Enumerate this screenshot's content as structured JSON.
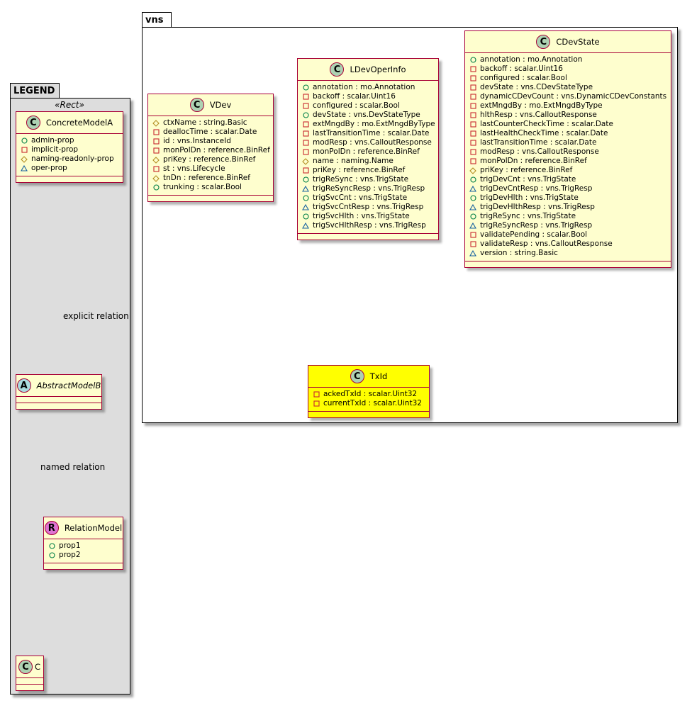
{
  "legend": {
    "title": "LEGEND",
    "stereotype": "«Rect»",
    "concrete_model": {
      "spot": "C",
      "name": "ConcreteModelA",
      "attrs": [
        {
          "vis": "public",
          "text": "admin-prop"
        },
        {
          "vis": "private",
          "text": "implicit-prop"
        },
        {
          "vis": "protected",
          "text": "naming-readonly-prop"
        },
        {
          "vis": "package",
          "text": "oper-prop"
        }
      ]
    },
    "explicit_relation_label": "explicit relation",
    "abstract_model": {
      "spot": "A",
      "name": "AbstractModelB"
    },
    "named_relation_label": "named relation",
    "relation_model": {
      "spot": "R",
      "name": "RelationModel",
      "attrs": [
        {
          "vis": "public",
          "text": "prop1"
        },
        {
          "vis": "public",
          "text": "prop2"
        }
      ]
    },
    "c_model": {
      "spot": "C",
      "name": "C"
    }
  },
  "vns": {
    "title": "vns",
    "vdev": {
      "spot": "C",
      "name": "VDev",
      "attrs": [
        {
          "vis": "protected",
          "text": "ctxName : string.Basic"
        },
        {
          "vis": "private",
          "text": "deallocTime : scalar.Date"
        },
        {
          "vis": "private",
          "text": "id : vns.InstanceId"
        },
        {
          "vis": "private",
          "text": "monPolDn : reference.BinRef"
        },
        {
          "vis": "protected",
          "text": "priKey : reference.BinRef"
        },
        {
          "vis": "private",
          "text": "st : vns.Lifecycle"
        },
        {
          "vis": "protected",
          "text": "tnDn : reference.BinRef"
        },
        {
          "vis": "public",
          "text": "trunking : scalar.Bool"
        }
      ]
    },
    "ldevoperinfo": {
      "spot": "C",
      "name": "LDevOperInfo",
      "attrs": [
        {
          "vis": "public",
          "text": "annotation : mo.Annotation"
        },
        {
          "vis": "private",
          "text": "backoff : scalar.Uint16"
        },
        {
          "vis": "private",
          "text": "configured : scalar.Bool"
        },
        {
          "vis": "public",
          "text": "devState : vns.DevStateType"
        },
        {
          "vis": "private",
          "text": "extMngdBy : mo.ExtMngdByType"
        },
        {
          "vis": "private",
          "text": "lastTransitionTime : scalar.Date"
        },
        {
          "vis": "private",
          "text": "modResp : vns.CalloutResponse"
        },
        {
          "vis": "private",
          "text": "monPolDn : reference.BinRef"
        },
        {
          "vis": "protected",
          "text": "name : naming.Name"
        },
        {
          "vis": "private",
          "text": "priKey : reference.BinRef"
        },
        {
          "vis": "public",
          "text": "trigReSync : vns.TrigState"
        },
        {
          "vis": "package",
          "text": "trigReSyncResp : vns.TrigResp"
        },
        {
          "vis": "public",
          "text": "trigSvcCnt : vns.TrigState"
        },
        {
          "vis": "package",
          "text": "trigSvcCntResp : vns.TrigResp"
        },
        {
          "vis": "public",
          "text": "trigSvcHlth : vns.TrigState"
        },
        {
          "vis": "package",
          "text": "trigSvcHlthResp : vns.TrigResp"
        }
      ]
    },
    "cdevstate": {
      "spot": "C",
      "name": "CDevState",
      "attrs": [
        {
          "vis": "public",
          "text": "annotation : mo.Annotation"
        },
        {
          "vis": "private",
          "text": "backoff : scalar.Uint16"
        },
        {
          "vis": "private",
          "text": "configured : scalar.Bool"
        },
        {
          "vis": "private",
          "text": "devState : vns.CDevStateType"
        },
        {
          "vis": "private",
          "text": "dynamicCDevCount : vns.DynamicCDevConstants"
        },
        {
          "vis": "private",
          "text": "extMngdBy : mo.ExtMngdByType"
        },
        {
          "vis": "private",
          "text": "hlthResp : vns.CalloutResponse"
        },
        {
          "vis": "private",
          "text": "lastCounterCheckTime : scalar.Date"
        },
        {
          "vis": "private",
          "text": "lastHealthCheckTime : scalar.Date"
        },
        {
          "vis": "private",
          "text": "lastTransitionTime : scalar.Date"
        },
        {
          "vis": "private",
          "text": "modResp : vns.CalloutResponse"
        },
        {
          "vis": "private",
          "text": "monPolDn : reference.BinRef"
        },
        {
          "vis": "protected",
          "text": "priKey : reference.BinRef"
        },
        {
          "vis": "public",
          "text": "trigDevCnt : vns.TrigState"
        },
        {
          "vis": "package",
          "text": "trigDevCntResp : vns.TrigResp"
        },
        {
          "vis": "public",
          "text": "trigDevHlth : vns.TrigState"
        },
        {
          "vis": "package",
          "text": "trigDevHlthResp : vns.TrigResp"
        },
        {
          "vis": "public",
          "text": "trigReSync : vns.TrigState"
        },
        {
          "vis": "package",
          "text": "trigReSyncResp : vns.TrigResp"
        },
        {
          "vis": "private",
          "text": "validatePending : scalar.Bool"
        },
        {
          "vis": "private",
          "text": "validateResp : vns.CalloutResponse"
        },
        {
          "vis": "package",
          "text": "version : string.Basic"
        }
      ]
    },
    "txid": {
      "spot": "C",
      "name": "TxId",
      "attrs": [
        {
          "vis": "private",
          "text": "ackedTxId : scalar.Uint32"
        },
        {
          "vis": "private",
          "text": "currentTxId : scalar.Uint32"
        }
      ]
    }
  },
  "colors": {
    "border": "#a80036",
    "class_fill": "#fefece",
    "highlight_fill": "#ffff00",
    "legend_fill": "#dddddd",
    "public": "#038048",
    "private": "#c82930",
    "protected": "#b38d22",
    "package": "#1963a0"
  }
}
